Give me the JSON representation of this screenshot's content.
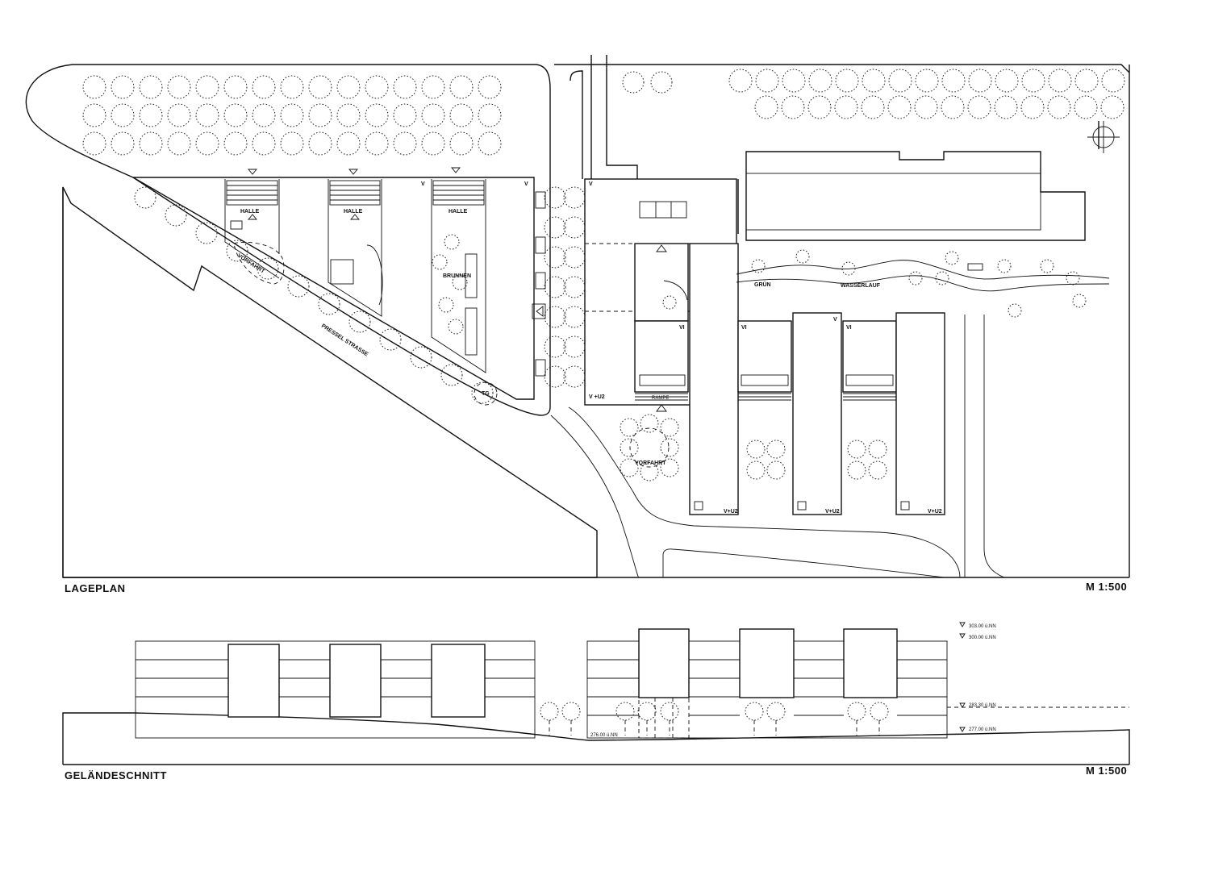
{
  "plan": {
    "title": "LAGEPLAN",
    "scale": "M 1:500",
    "labels": {
      "halle": "HALLE",
      "brunnen": "BRUNNEN",
      "vorfahrt": "VORFAHRT",
      "street": "PRESSEL STRASSE",
      "tg": "TG",
      "gruen": "GRÜN",
      "wasserlauf": "WASSERLAUF",
      "v": "V",
      "vu2": "V +U2",
      "vplusu2": "V+U2",
      "vi": "VI",
      "rampe": "RAMPE"
    }
  },
  "section": {
    "title": "GELÄNDESCHNITT",
    "scale": "M 1:500",
    "levels": [
      "303.00  ü.NN",
      "300.00  ü.NN",
      "283.30  ü.NN",
      "277.00  ü.NN",
      "276.00 ü.NN"
    ]
  }
}
